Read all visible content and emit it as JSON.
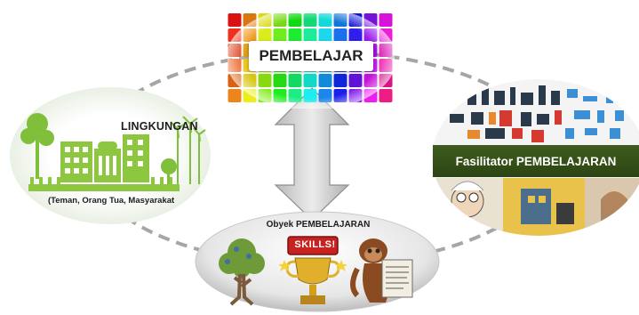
{
  "diagram": {
    "center": {
      "label": "PEMBELAJAR"
    },
    "environment": {
      "title": "LINGKUNGAN",
      "subtitle": "(Teman, Orang Tua, Masyarakat"
    },
    "facilitator": {
      "title": "Fasilitator PEMBELAJARAN"
    },
    "learning_object": {
      "title": "Obyek PEMBELAJARAN",
      "items": [
        {
          "icon": "brain-tree-icon"
        },
        {
          "icon": "skills-trophy-icon",
          "label": "SKILLS!"
        },
        {
          "icon": "monkey-sign-icon"
        }
      ]
    },
    "connector": {
      "style": "dashed-ellipse",
      "center_link": "double-arrow-vertical"
    },
    "colors": {
      "connector": "#a6a6a6",
      "arrow_fill": "#c9c9c9",
      "environment_green": "#8dc63f",
      "facilitator_band": "#2e4a16"
    }
  }
}
